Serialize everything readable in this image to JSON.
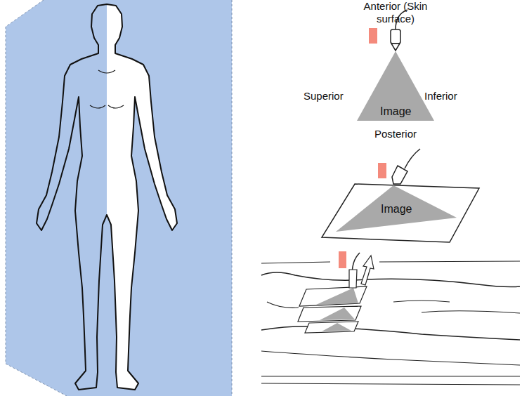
{
  "diagram": {
    "nodes": [
      {
        "text": [
          "Image"
        ]
      },
      {
        "text": [
          "Image"
        ]
      }
    ],
    "labels": [
      "Anterior (Skin surface)",
      "Superior",
      "Inferior",
      "Posterior"
    ]
  }
}
